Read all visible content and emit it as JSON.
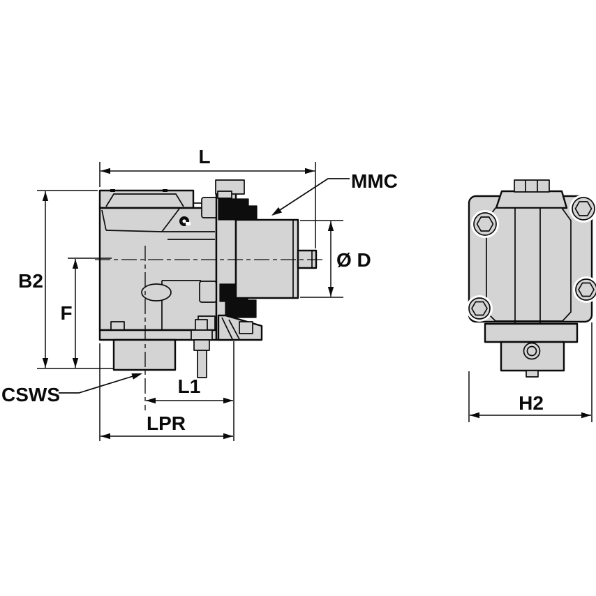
{
  "drawing_title": "tool-holder-dimension-drawing",
  "labels": {
    "L": "L",
    "MMC": "MMC",
    "B2": "B2",
    "F": "F",
    "OD": "Ø D",
    "CSWS": "CSWS",
    "L1": "L1",
    "LPR": "LPR",
    "H2": "H2"
  },
  "colors": {
    "line-color": "#0a0a0a",
    "body-fill": "#d4d4d4",
    "seal-fill": "#0d0d0d",
    "bg": "#ffffff"
  }
}
